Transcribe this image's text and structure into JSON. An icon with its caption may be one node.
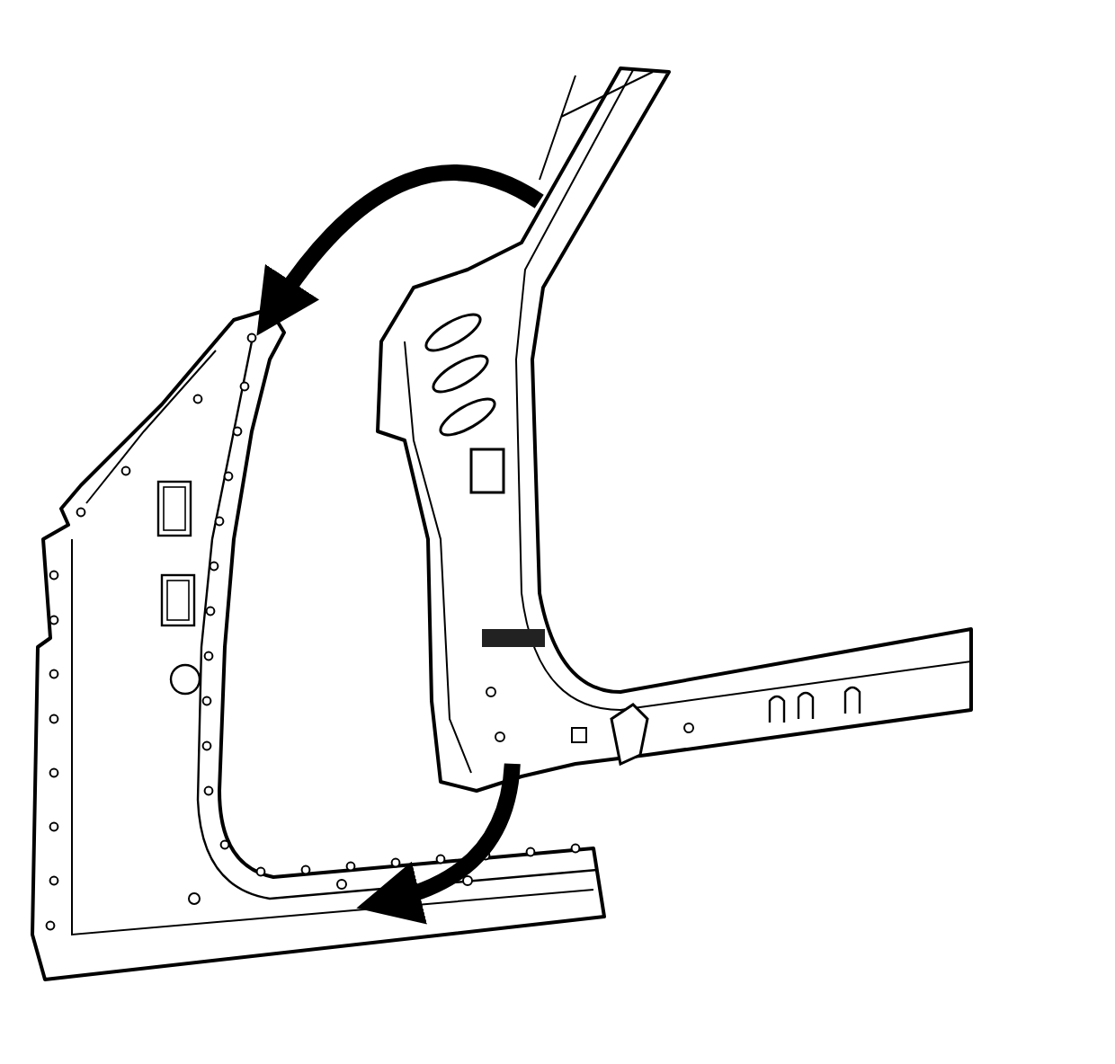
{
  "diagram": {
    "nodes": [
      {
        "text": [],
        "shape": "picture"
      },
      {
        "text": [],
        "shape": "picture"
      }
    ],
    "edges": [
      {
        "from": 1,
        "to": 0,
        "arrow": "to"
      },
      {
        "from": 1,
        "to": 0,
        "arrow": "to"
      }
    ]
  }
}
